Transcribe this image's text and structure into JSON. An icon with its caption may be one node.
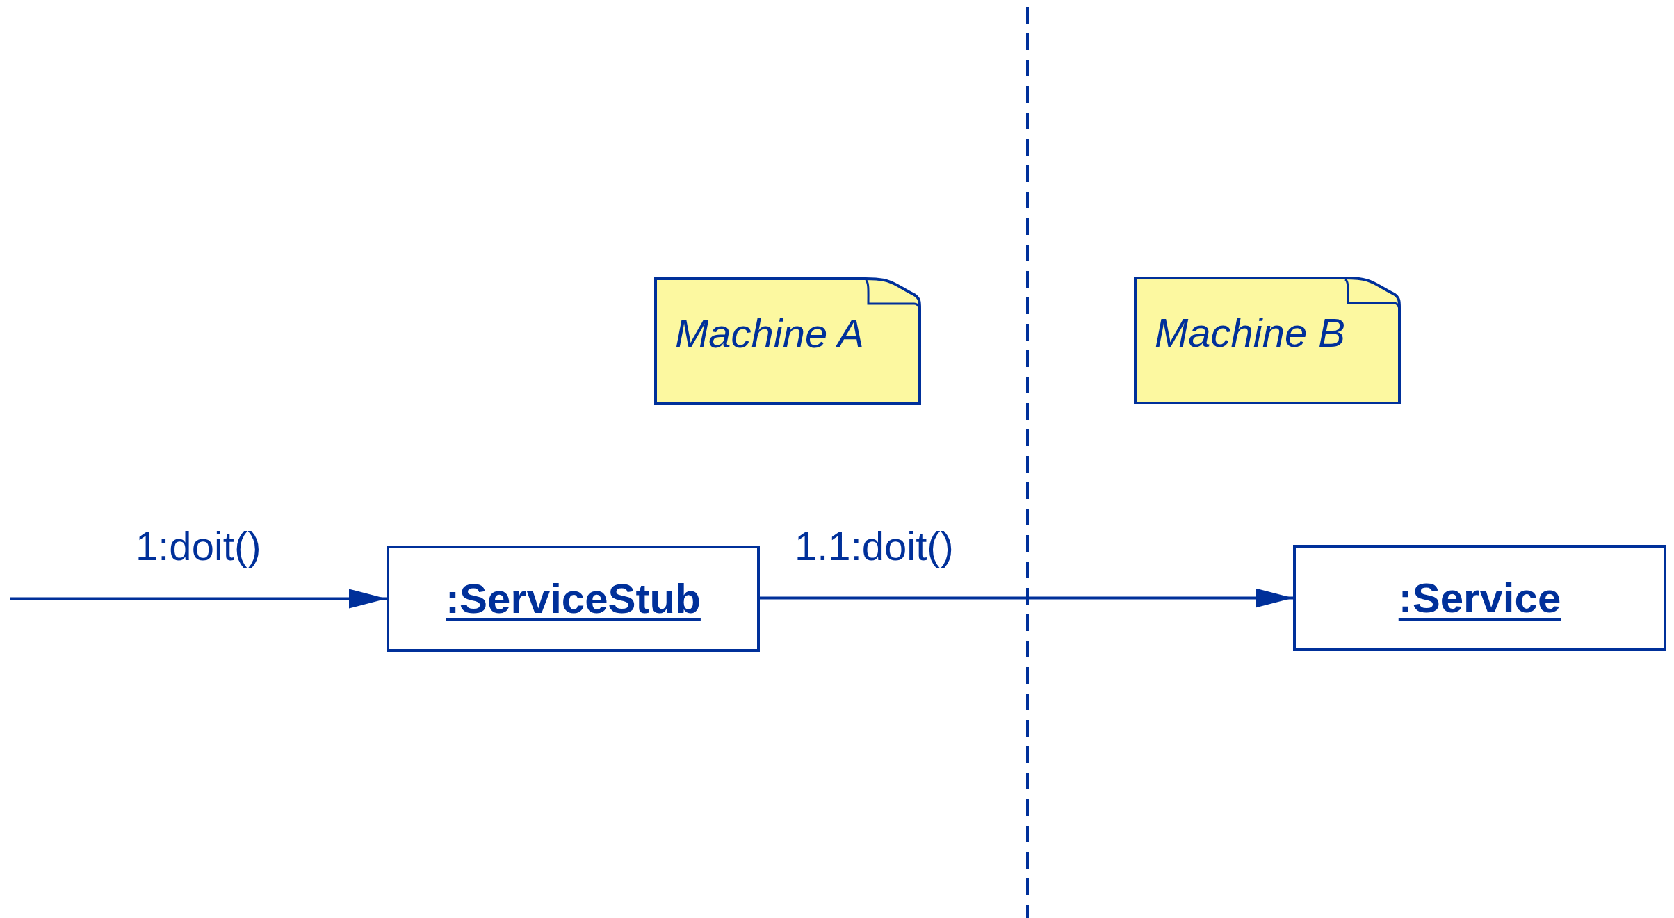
{
  "diagram": {
    "nodes": [
      {
        "text": [
          "Machine A"
        ]
      },
      {
        "text": [
          "Machine B"
        ]
      },
      {
        "text": [
          ":ServiceStub"
        ]
      },
      {
        "text": [
          ":Service"
        ]
      }
    ],
    "edges": [
      {
        "from": null,
        "to": 2,
        "arrow": "to",
        "label": "1:doit()"
      },
      {
        "from": 2,
        "to": 3,
        "arrow": "to",
        "label": "1.1:doit()"
      }
    ]
  }
}
